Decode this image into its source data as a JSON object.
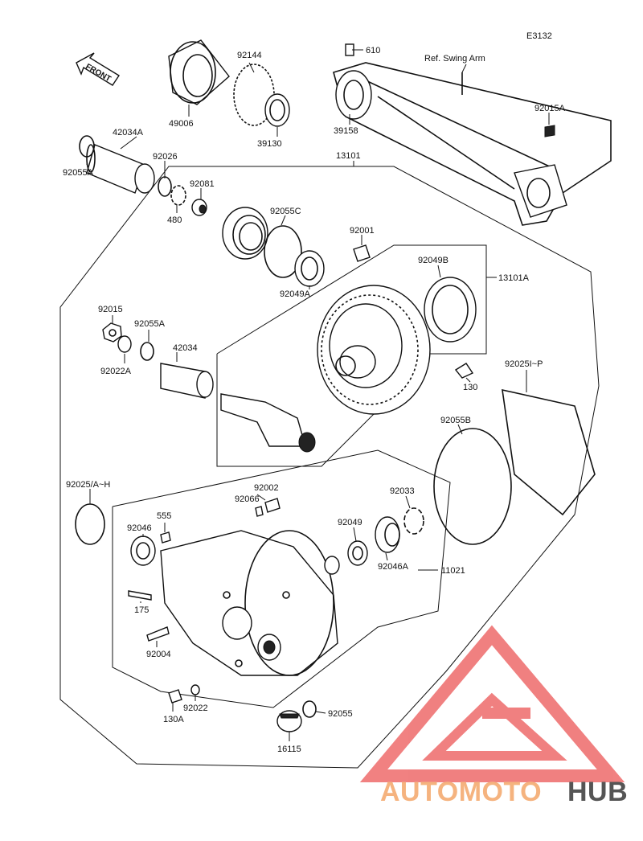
{
  "diagram": {
    "code": "E3132",
    "front_label": "FRONT",
    "ref_label": "Ref. Swing Arm",
    "labels": [
      {
        "id": "p610",
        "text": "610"
      },
      {
        "id": "p92144",
        "text": "92144"
      },
      {
        "id": "p49006",
        "text": "49006"
      },
      {
        "id": "p39130",
        "text": "39130"
      },
      {
        "id": "p39158",
        "text": "39158"
      },
      {
        "id": "p92015A",
        "text": "92015A"
      },
      {
        "id": "p42034A",
        "text": "42034A"
      },
      {
        "id": "p92026",
        "text": "92026"
      },
      {
        "id": "p92055A_top",
        "text": "92055A"
      },
      {
        "id": "p92081",
        "text": "92081"
      },
      {
        "id": "p480",
        "text": "480"
      },
      {
        "id": "p13101",
        "text": "13101"
      },
      {
        "id": "p92055C",
        "text": "92055C"
      },
      {
        "id": "p92001",
        "text": "92001"
      },
      {
        "id": "p92049B",
        "text": "92049B"
      },
      {
        "id": "p13101A",
        "text": "13101A"
      },
      {
        "id": "p92049A",
        "text": "92049A"
      },
      {
        "id": "p92015",
        "text": "92015"
      },
      {
        "id": "p92055A_mid",
        "text": "92055A"
      },
      {
        "id": "p42034",
        "text": "42034"
      },
      {
        "id": "p92022A",
        "text": "92022A"
      },
      {
        "id": "p130",
        "text": "130"
      },
      {
        "id": "p92025IP",
        "text": "92025I~P"
      },
      {
        "id": "p92055B",
        "text": "92055B"
      },
      {
        "id": "p92025AH",
        "text": "92025/A~H"
      },
      {
        "id": "p92002",
        "text": "92002"
      },
      {
        "id": "p92066",
        "text": "92066"
      },
      {
        "id": "p92033",
        "text": "92033"
      },
      {
        "id": "p555",
        "text": "555"
      },
      {
        "id": "p92046",
        "text": "92046"
      },
      {
        "id": "p92049",
        "text": "92049"
      },
      {
        "id": "p92046A",
        "text": "92046A"
      },
      {
        "id": "p11021",
        "text": "11021"
      },
      {
        "id": "p175",
        "text": "175"
      },
      {
        "id": "p92004",
        "text": "92004"
      },
      {
        "id": "p92022",
        "text": "92022"
      },
      {
        "id": "p130A",
        "text": "130A"
      },
      {
        "id": "p92055",
        "text": "92055"
      },
      {
        "id": "p16115",
        "text": "16115"
      }
    ]
  },
  "watermark": {
    "part1": "AUTOMOTO",
    "part2": "HUB",
    "color_part1": "#f5b37f",
    "color_part2": "#555555",
    "logo_color": "#ee6b6b"
  }
}
